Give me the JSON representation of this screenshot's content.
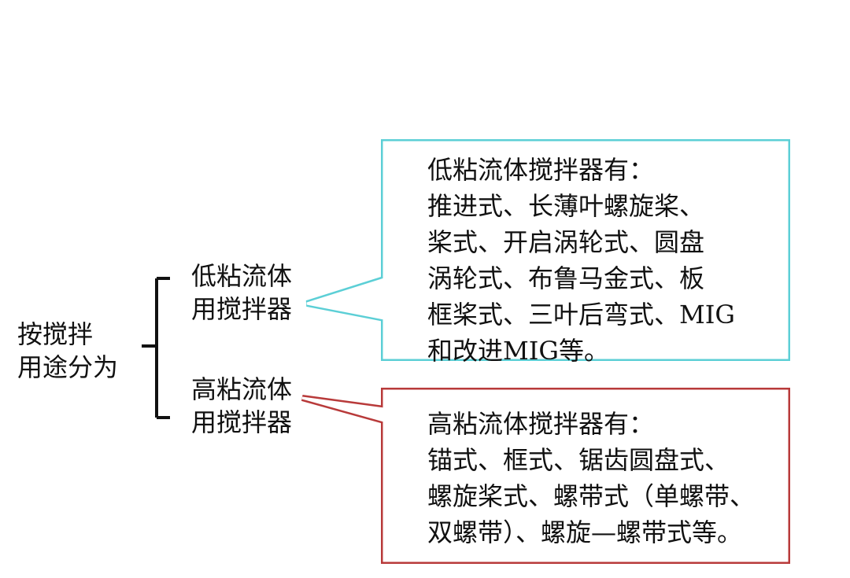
{
  "root": {
    "line1": "按搅拌",
    "line2": "用途分为"
  },
  "branches": [
    {
      "line1": "低粘流体",
      "line2": "用搅拌器"
    },
    {
      "line1": "高粘流体",
      "line2": "用搅拌器"
    }
  ],
  "callouts": [
    {
      "border_color": "#5ccfd6",
      "lines": [
        "低粘流体搅拌器有：",
        "推进式、长薄叶螺旋桨、",
        "桨式、开启涡轮式、圆盘",
        "涡轮式、布鲁马金式、板",
        "框桨式、三叶后弯式、MIG",
        "和改进MIG等。"
      ]
    },
    {
      "border_color": "#b83a3a",
      "lines": [
        "高粘流体搅拌器有：",
        "锚式、框式、锯齿圆盘式、",
        "螺旋桨式、螺带式（单螺带、",
        "双螺带）、螺旋—螺带式等。"
      ]
    }
  ]
}
